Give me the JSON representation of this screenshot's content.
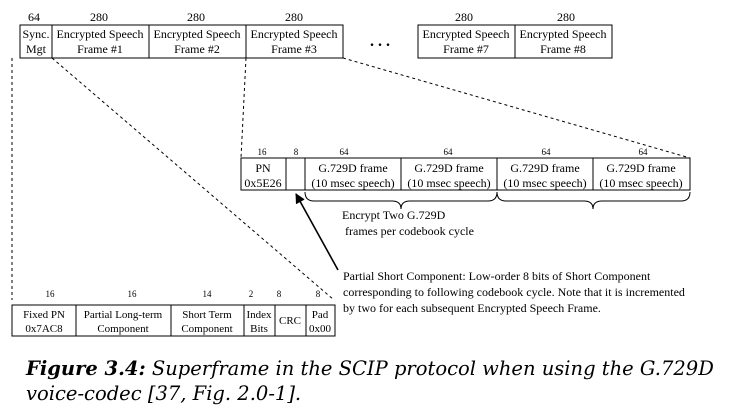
{
  "superframe": {
    "sizes": [
      "64",
      "280",
      "280",
      "280",
      "280",
      "280"
    ],
    "cells": [
      {
        "line1": "Sync.",
        "line2": "Mgt"
      },
      {
        "line1": "Encrypted Speech",
        "line2": "Frame #1"
      },
      {
        "line1": "Encrypted Speech",
        "line2": "Frame #2"
      },
      {
        "line1": "Encrypted Speech",
        "line2": "Frame #3"
      },
      {
        "line1": "Encrypted Speech",
        "line2": "Frame #7"
      },
      {
        "line1": "Encrypted Speech",
        "line2": "Frame #8"
      }
    ],
    "ellipsis": ". . ."
  },
  "speech_frame": {
    "sizes": [
      "16",
      "8",
      "64",
      "64",
      "64",
      "64"
    ],
    "pn": {
      "line1": "PN",
      "line2": "0x5E26"
    },
    "g729": [
      {
        "line1": "G.729D frame",
        "line2": "(10 msec speech)"
      },
      {
        "line1": "G.729D frame",
        "line2": "(10 msec speech)"
      },
      {
        "line1": "G.729D frame",
        "line2": "(10 msec speech)"
      },
      {
        "line1": "G.729D frame",
        "line2": "(10 msec speech)"
      }
    ],
    "encrypt_note": [
      "Encrypt Two G.729D",
      "frames per codebook cycle"
    ]
  },
  "annotation": [
    "Partial Short Component: Low-order 8 bits of Short Component",
    "corresponding to following codebook cycle.  Note that it is incremented",
    "by two for each subsequent Encrypted Speech Frame."
  ],
  "sync_frame": {
    "sizes": [
      "16",
      "16",
      "14",
      "2",
      "8",
      "8"
    ],
    "cells": [
      {
        "line1": "Fixed PN",
        "line2": "0x7AC8"
      },
      {
        "line1": "Partial Long-term",
        "line2": "Component"
      },
      {
        "line1": "Short Term",
        "line2": "Component"
      },
      {
        "line1": "Index",
        "line2": "Bits"
      },
      {
        "line1": "CRC",
        "line2": ""
      },
      {
        "line1": "Pad",
        "line2": "0x00"
      }
    ]
  },
  "caption": {
    "label": "Figure 3.4:",
    "text": " Superframe in the SCIP protocol when using the G.729D voice-codec [37, Fig. 2.0-1]."
  }
}
